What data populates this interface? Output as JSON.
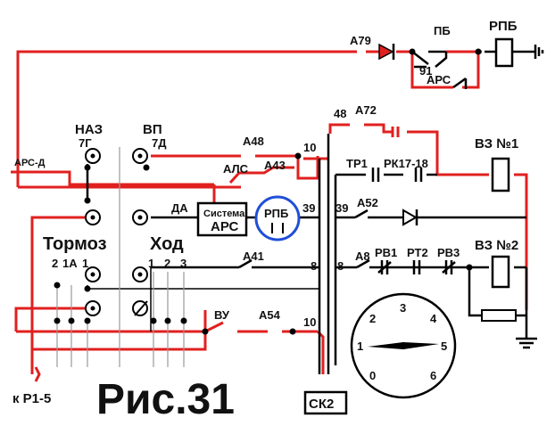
{
  "colors": {
    "circuit_live": "#e0201f",
    "circuit": "#000000",
    "lamp_ring": "#1f4fd8"
  },
  "figure_caption": "Рис.31",
  "outputs": {
    "to_relay": "к Р1-5"
  },
  "switches": {
    "naz": {
      "name": "НАЗ",
      "pos": "7Г"
    },
    "vp": {
      "name": "ВП",
      "pos": "7Д"
    },
    "brake_group": "Тормоз",
    "brake_positions": [
      "2",
      "1А",
      "1"
    ],
    "travel_group": "Ход",
    "travel_positions": [
      "1",
      "2",
      "3"
    ]
  },
  "contacts": {
    "a79": "А79",
    "pb": "ПБ",
    "pb_wire": "91",
    "ars_contact": "АРС",
    "rpb_coil": "РПБ",
    "a72": "А72",
    "w48": "48",
    "ars_d": "АРС-Д",
    "a48": "А48",
    "w10_top": "10",
    "als": "АЛС",
    "a43": "А43",
    "tr1": "ТР1",
    "rk": "РК17-18",
    "vz1": "ВЗ №1",
    "da": "ДА",
    "ars_system_line1": "Система",
    "ars_system_line2": "АРС",
    "rpb_lamp": "РПБ",
    "w39_left": "39",
    "w39_right": "39",
    "a52": "А52",
    "a41": "А41",
    "w8_left": "8",
    "w8_right": "8",
    "a8": "А8",
    "rv1": "РВ1",
    "rt2": "РТ2",
    "rv3": "РВ3",
    "vz2": "ВЗ №2",
    "vu": "ВУ",
    "a54": "А54",
    "w10_bottom": "10",
    "sk2": "СК2"
  },
  "controller_dial": {
    "marks": [
      "3",
      "2",
      "4",
      "1",
      "5",
      "0",
      "6"
    ],
    "pointer_at": "1"
  }
}
